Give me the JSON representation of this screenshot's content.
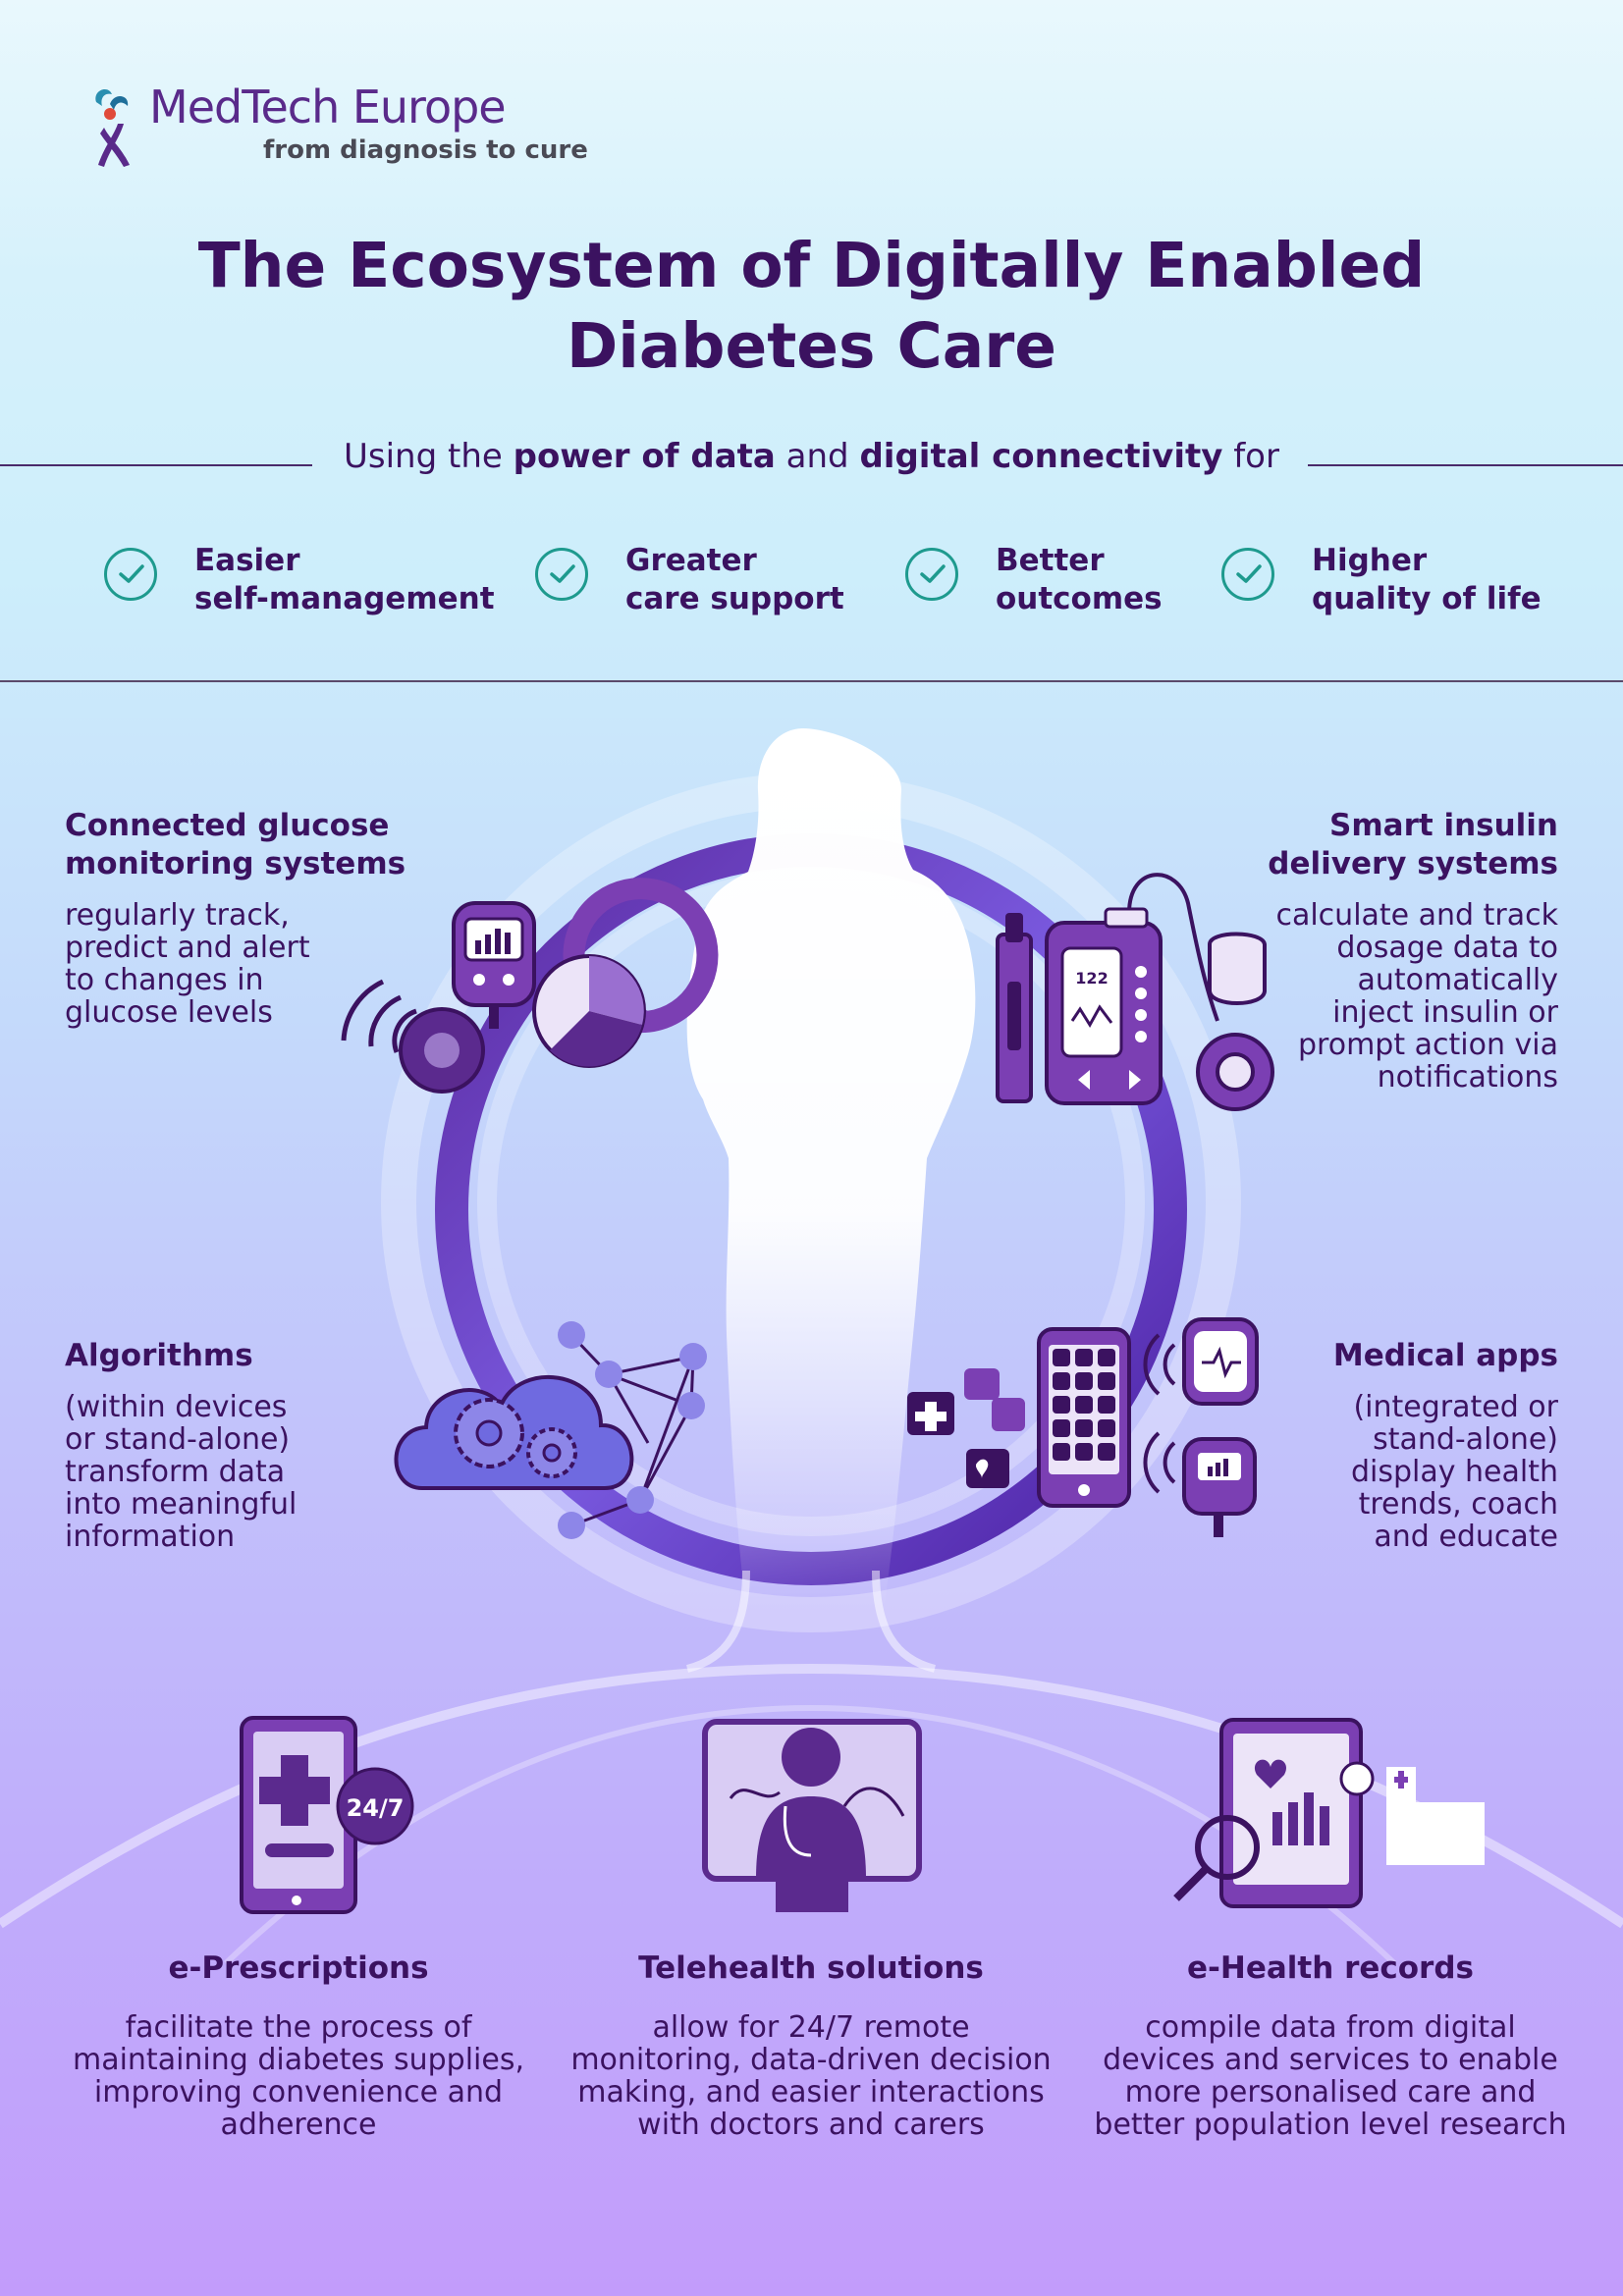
{
  "header": {
    "brand": "MedTech Europe",
    "tagline": "from diagnosis to cure",
    "title_line1": "The Ecosystem of Digitally Enabled",
    "title_line2": "Diabetes Care",
    "sub_part1": "Using the ",
    "sub_bold1": "power of data",
    "sub_part2": " and ",
    "sub_bold2": "digital connectivity",
    "sub_part3": " for"
  },
  "benefits": [
    {
      "line1": "Easier",
      "line2": "self-management"
    },
    {
      "line1": "Greater",
      "line2": "care support"
    },
    {
      "line1": "Better",
      "line2": "outcomes"
    },
    {
      "line1": "Higher",
      "line2": "quality of life"
    }
  ],
  "features": {
    "cgm": {
      "title1": "Connected glucose",
      "title2": "monitoring systems",
      "d1": "regularly track,",
      "d2": "predict and alert",
      "d3": "to changes in",
      "d4": "glucose levels"
    },
    "insulin": {
      "title1": "Smart insulin",
      "title2": "delivery systems",
      "d1": "calculate and track",
      "d2": "dosage data to",
      "d3": "automatically",
      "d4": "inject insulin or",
      "d5": "prompt action via",
      "d6": "notifications"
    },
    "algorithms": {
      "title1": "Algorithms",
      "d1": "(within devices",
      "d2": "or stand-alone)",
      "d3": "transform data",
      "d4": "into meaningful",
      "d5": "information"
    },
    "apps": {
      "title1": "Medical apps",
      "d1": "(integrated or",
      "d2": "stand-alone)",
      "d3": "display health",
      "d4": "trends, coach",
      "d5": "and educate"
    },
    "eprescriptions": {
      "title1": "e-Prescriptions",
      "d1": "facilitate the process of",
      "d2": "maintaining diabetes supplies,",
      "d3": "improving convenience and",
      "d4": "adherence"
    },
    "telehealth": {
      "title1": "Telehealth solutions",
      "d1": "allow for 24/7 remote",
      "d2": "monitoring, data-driven decision",
      "d3": "making, and easier interactions",
      "d4": "with doctors and carers"
    },
    "ehealth": {
      "title1": "e-Health records",
      "d1": "compile data from digital",
      "d2": "devices and services to enable",
      "d3": "more personalised care and",
      "d4": "better population level research"
    }
  },
  "device_labels": {
    "pump_reading": "122",
    "rx_hours": "24/7"
  },
  "colors": {
    "title": "#3b1260",
    "check": "#1e9a8e",
    "device_dark": "#5b2a8e",
    "device_mid": "#7b3fb3",
    "ring": "#6a3fc0"
  }
}
